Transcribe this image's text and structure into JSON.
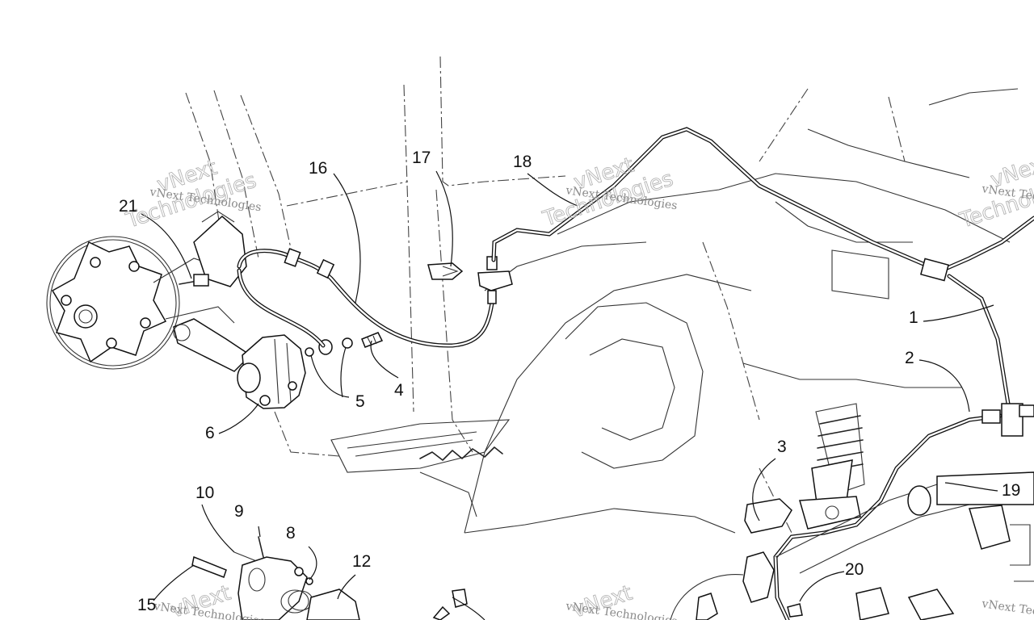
{
  "callouts": [
    {
      "id": "c1",
      "label": "1"
    },
    {
      "id": "c2",
      "label": "2"
    },
    {
      "id": "c3",
      "label": "3"
    },
    {
      "id": "c4",
      "label": "4"
    },
    {
      "id": "c5",
      "label": "5"
    },
    {
      "id": "c6",
      "label": "6"
    },
    {
      "id": "c8",
      "label": "8"
    },
    {
      "id": "c9",
      "label": "9"
    },
    {
      "id": "c10",
      "label": "10"
    },
    {
      "id": "c12",
      "label": "12"
    },
    {
      "id": "c15",
      "label": "15"
    },
    {
      "id": "c16",
      "label": "16"
    },
    {
      "id": "c17",
      "label": "17"
    },
    {
      "id": "c18",
      "label": "18"
    },
    {
      "id": "c19",
      "label": "19"
    },
    {
      "id": "c20",
      "label": "20"
    },
    {
      "id": "c21",
      "label": "21"
    }
  ],
  "watermark": {
    "small": "vNext Technologies",
    "large_top": "vNext",
    "large_bottom": "Technologies"
  },
  "colors": {
    "line": "#111111",
    "watermark": "#8a8a8a",
    "background": "#ffffff"
  }
}
